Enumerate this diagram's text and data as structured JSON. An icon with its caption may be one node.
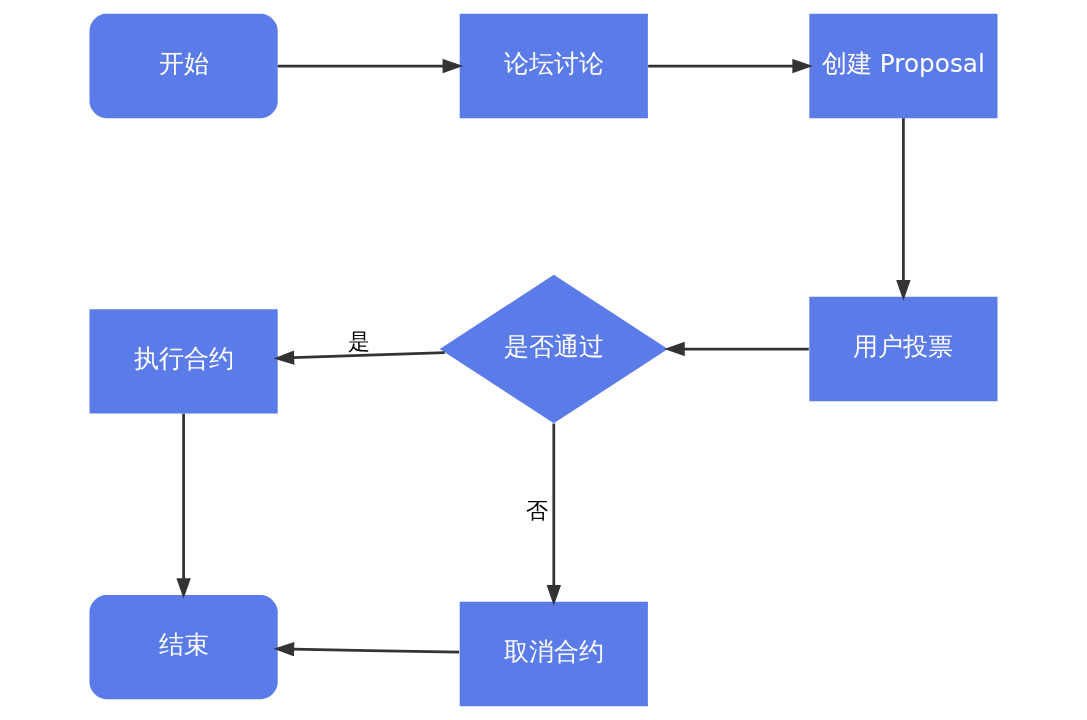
{
  "diagram": {
    "nodes": [
      {
        "text": [
          "开始"
        ]
      },
      {
        "text": [
          "论坛讨论"
        ]
      },
      {
        "text": [
          "创建 Proposal"
        ]
      },
      {
        "text": [
          "用户投票"
        ]
      },
      {
        "text": [
          "是否通过"
        ]
      },
      {
        "text": [
          "执行合约"
        ]
      },
      {
        "text": [
          "取消合约"
        ]
      },
      {
        "text": [
          "结束"
        ]
      }
    ],
    "edges": [
      {
        "from": 0,
        "to": 1,
        "arrow": "to"
      },
      {
        "from": 1,
        "to": 2,
        "arrow": "to"
      },
      {
        "from": 2,
        "to": 3,
        "arrow": "to"
      },
      {
        "from": 3,
        "to": 4,
        "arrow": "to"
      },
      {
        "from": 4,
        "to": 5,
        "arrow": "to",
        "label": "是"
      },
      {
        "from": 4,
        "to": 6,
        "arrow": "to",
        "label": "否"
      },
      {
        "from": 5,
        "to": 7,
        "arrow": "to"
      },
      {
        "from": 6,
        "to": 7,
        "arrow": "to"
      }
    ]
  }
}
